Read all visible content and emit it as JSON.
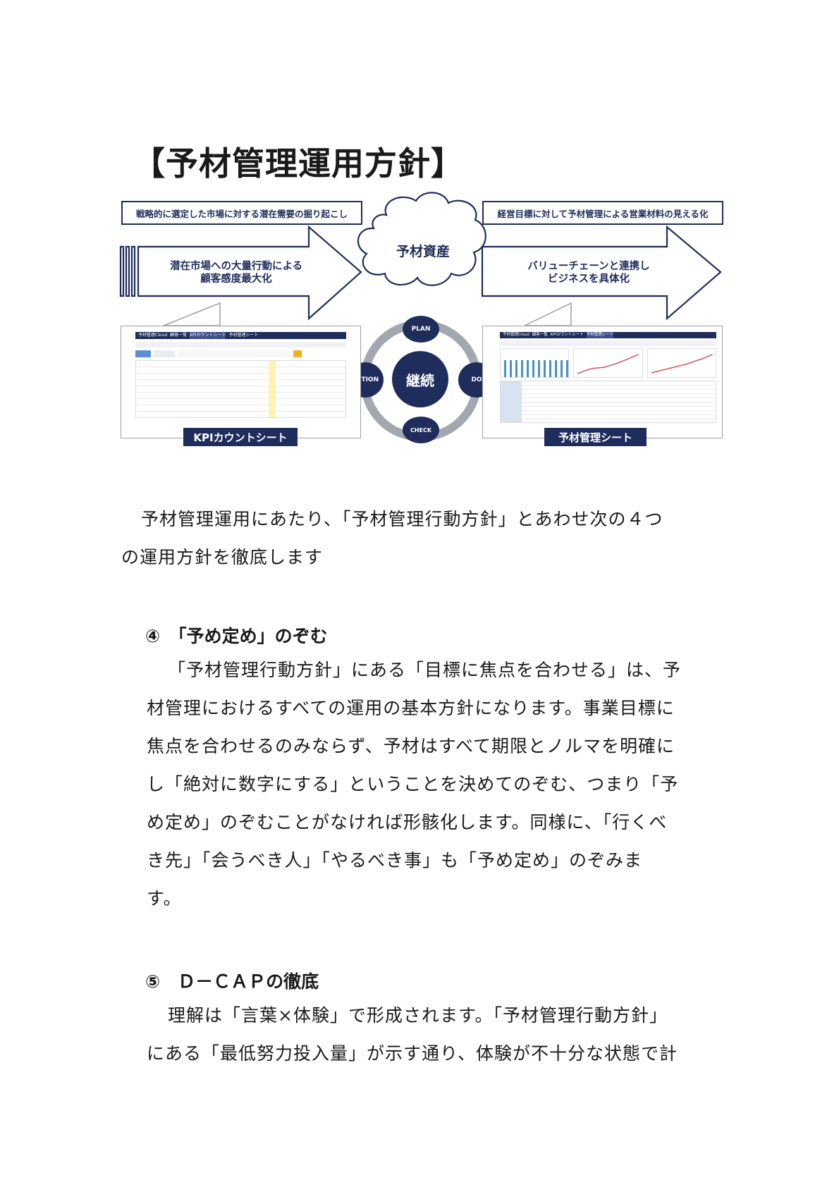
{
  "title": "【予材管理運用方針】",
  "diagram": {
    "left_box": "戦略的に選定した市場に対する潜在需要の掘り起こし",
    "right_box": "経営目標に対して予材管理による営業材料の見える化",
    "left_arrow": [
      "潜在市場への大量行動による",
      "顧客感度最大化"
    ],
    "right_arrow": [
      "バリューチェーンと連携し",
      "ビジネスを具体化"
    ],
    "cloud": "予材資産",
    "cycle_center": "継続",
    "cycle_nodes": {
      "plan": "PLAN",
      "do": "DO",
      "check": "CHECK",
      "action": "ACTION"
    },
    "left_shot_tag": "KPIカウントシート",
    "right_shot_tag": "予材管理シート",
    "left_shot_tabs": [
      "予材管理Cloud",
      "顧客一覧",
      "KPIカウントシート",
      "予材管理シート"
    ],
    "right_shot_tabs": [
      "予材管理Cloud",
      "顧客一覧",
      "KPIカウントシート",
      "予材管理シート"
    ],
    "colors": {
      "navy": "#1f2d5c",
      "gray": "#9aa0a8"
    }
  },
  "intro": [
    "予材管理運用にあたり、「予材管理行動方針」とあわせ次の４つ",
    "の運用方針を徹底します"
  ],
  "section4": {
    "heading": "④　「予め定め」のぞむ",
    "lines": [
      "「予材管理行動方針」にある「目標に焦点を合わせる」は、予",
      "材管理におけるすべての運用の基本方針になります。事業目標に",
      "焦点を合わせるのみならず、予材はすべて期限とノルマを明確に",
      "し「絶対に数字にする」ということを決めてのぞむ、つまり「予",
      "め定め」のぞむことがなければ形骸化します。同様に、「行くべ",
      "き先」「会うべき人」「やるべき事」も「予め定め」のぞみま",
      "す。"
    ]
  },
  "section5": {
    "heading": "⑤　Ｄ－ＣＡＰの徹底",
    "lines": [
      "理解は「言葉×体験」で形成されます。「予材管理行動方針」",
      "にある「最低努力投入量」が示す通り、体験が不十分な状態で計"
    ]
  }
}
